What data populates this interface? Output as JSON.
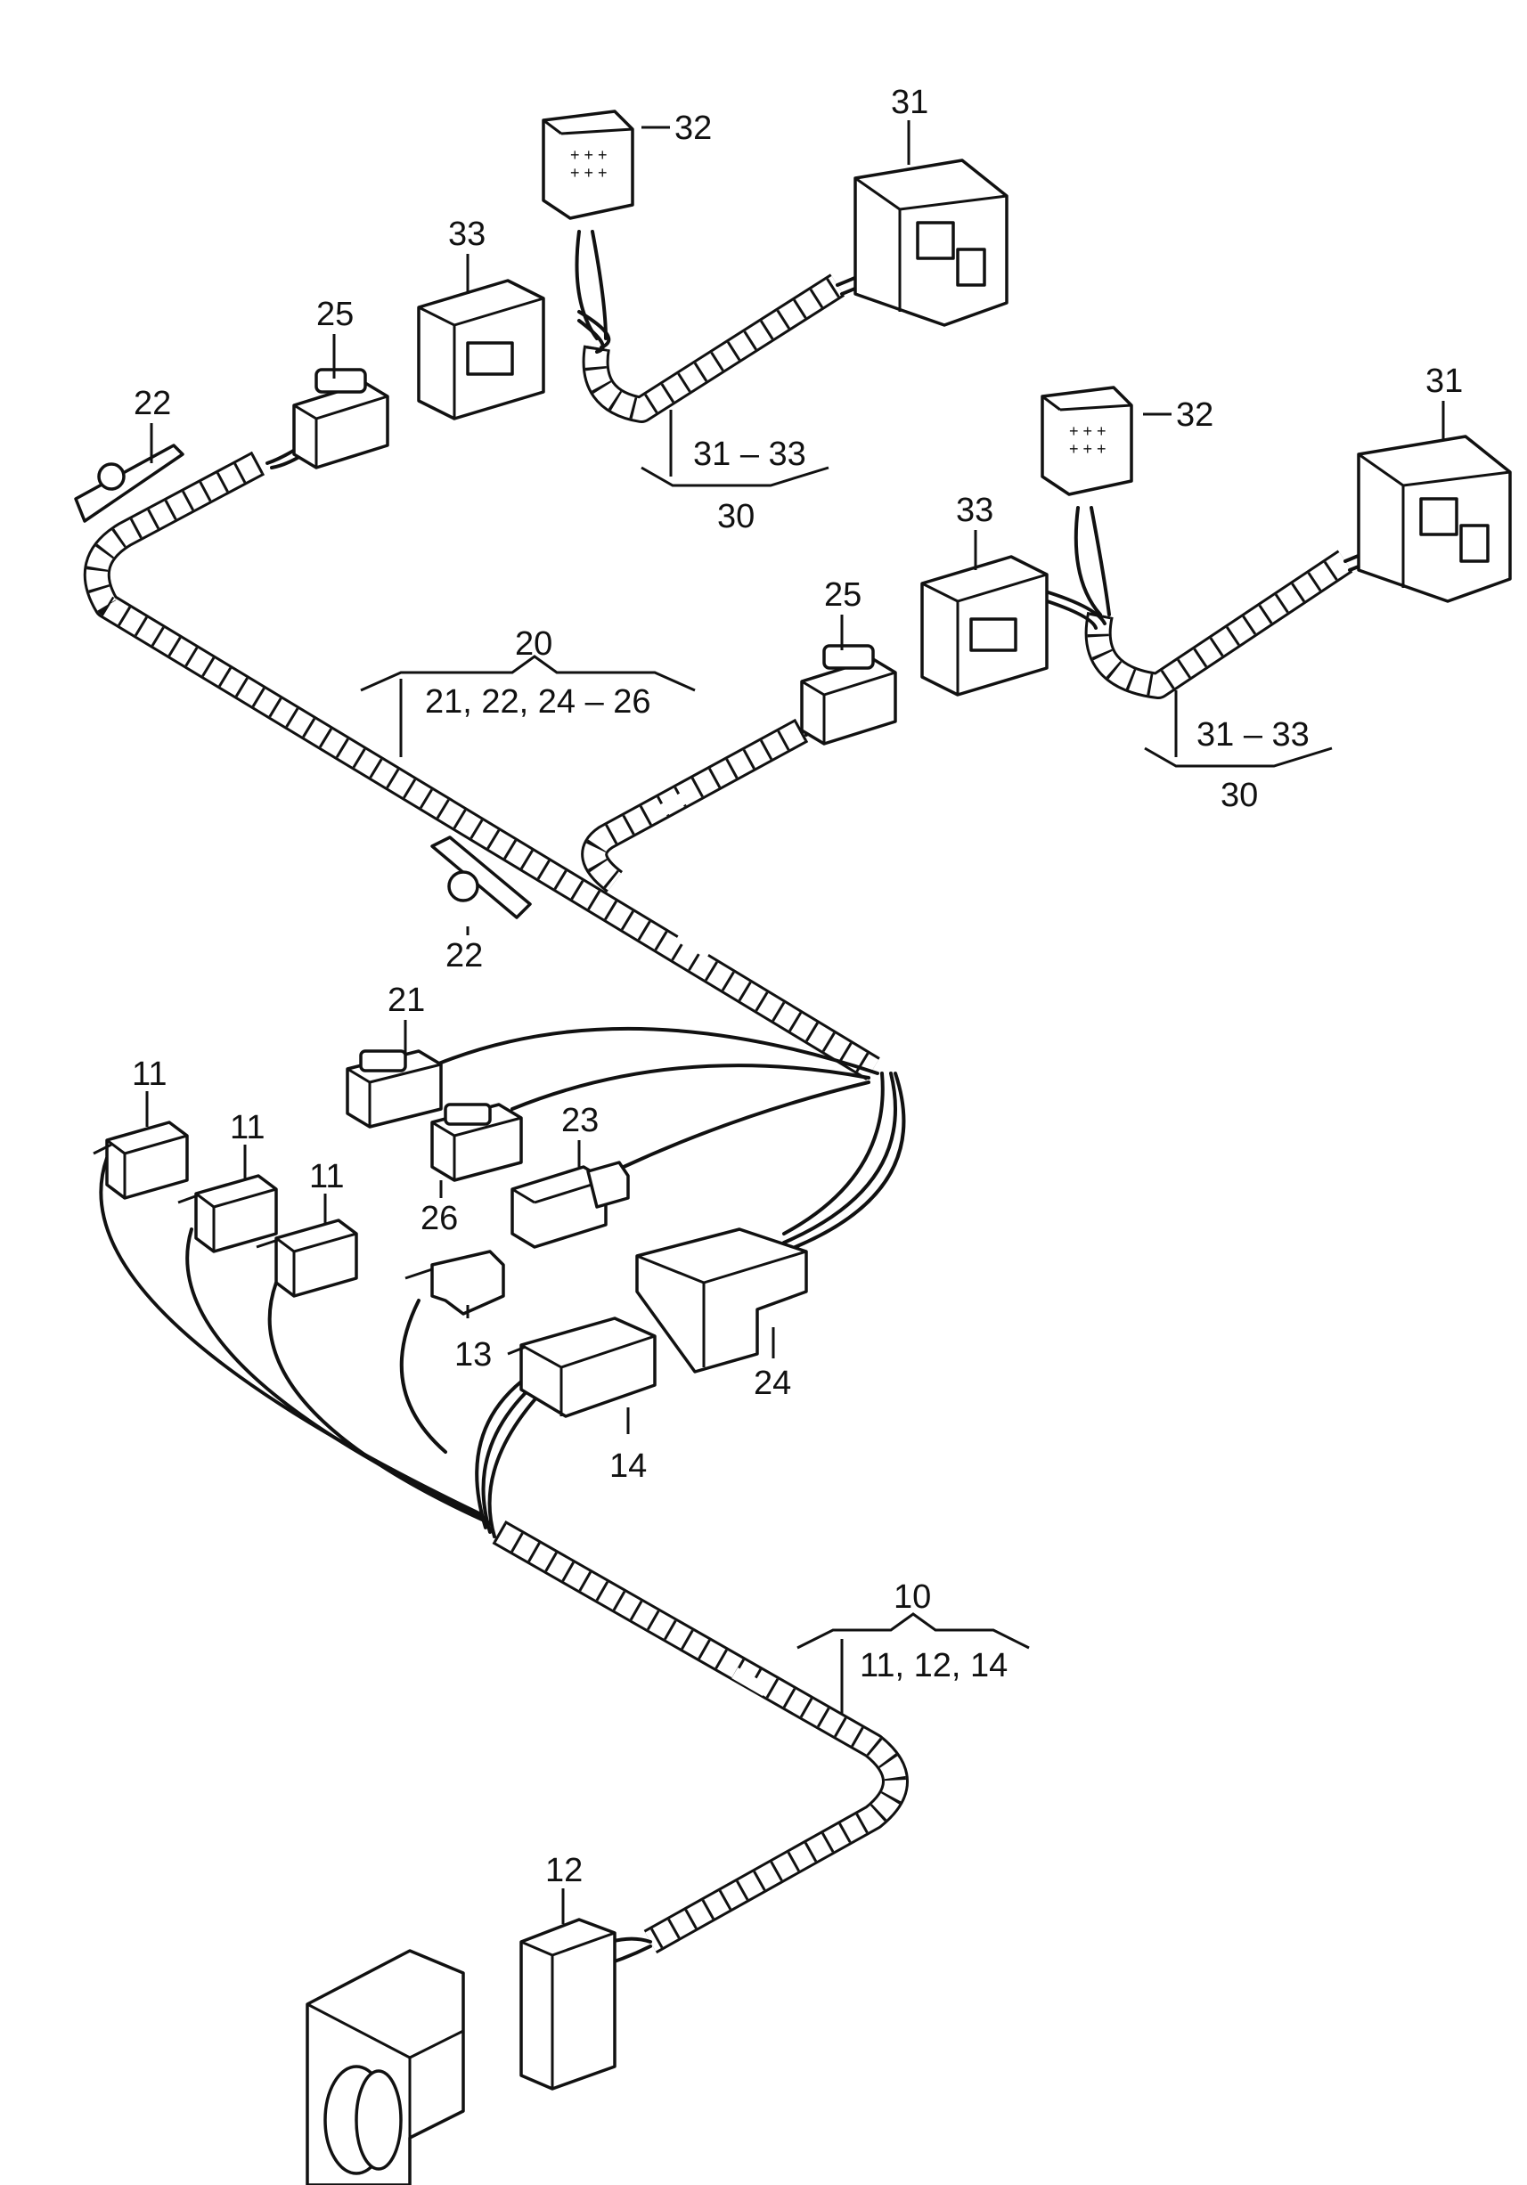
{
  "callouts": {
    "c31a": "31",
    "c32a": "32",
    "c33a": "33",
    "c25a": "25",
    "c22a": "22",
    "c3133a": "31 – 33",
    "c30a": "30",
    "c31b": "31",
    "c32b": "32",
    "c33b": "33",
    "c25b": "25",
    "c3133b": "31 – 33",
    "c30b": "30",
    "c20": "20",
    "c20sub": "21, 22, 24 – 26",
    "c22b": "22",
    "c21": "21",
    "c26": "26",
    "c23": "23",
    "c24": "24",
    "c11a": "11",
    "c11b": "11",
    "c11c": "11",
    "c13": "13",
    "c14": "14",
    "c10": "10",
    "c10sub": "11, 12, 14",
    "c12": "12"
  }
}
